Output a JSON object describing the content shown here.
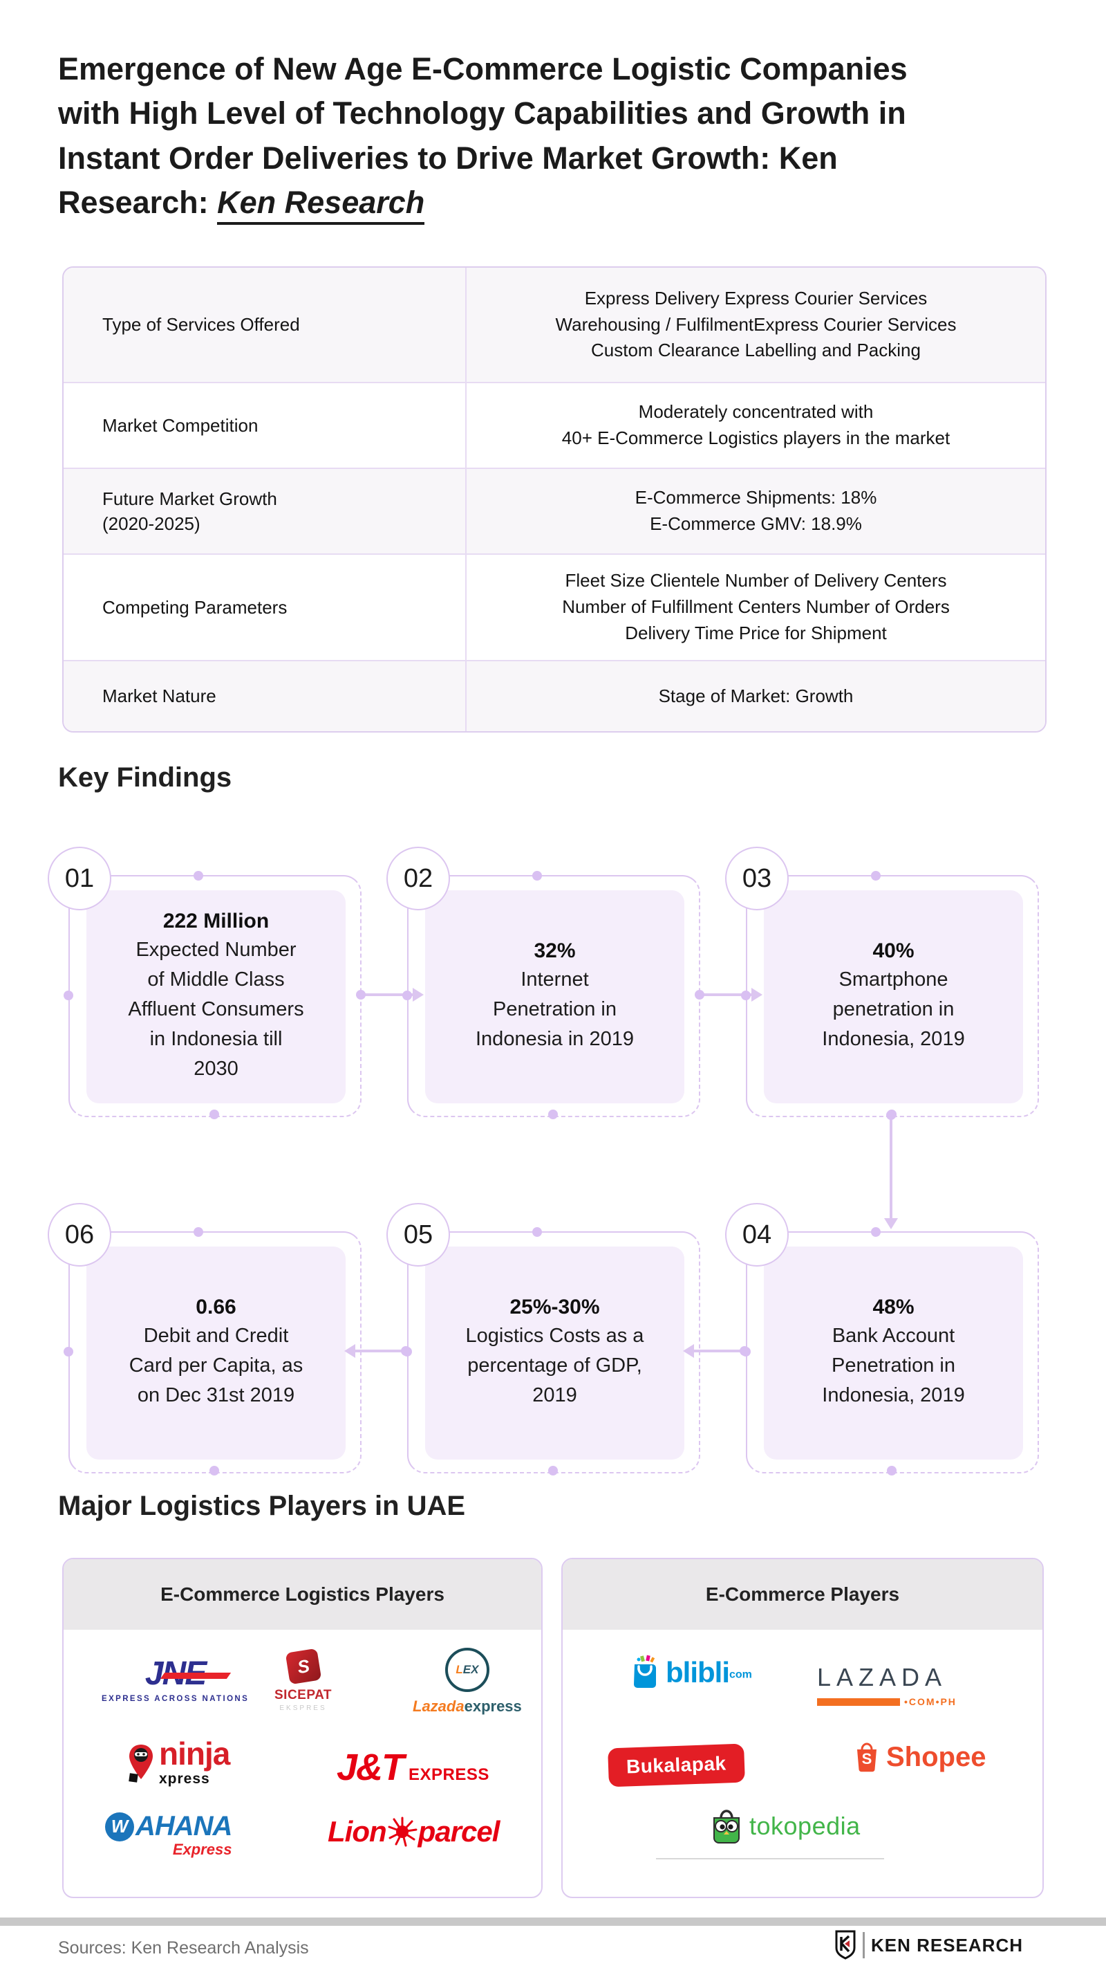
{
  "header": {
    "title_lines": [
      "Emergence of New Age E-Commerce Logistic Companies",
      "with High Level of Technology Capabilities and Growth in",
      "Instant Order Deliveries to Drive Market Growth: Ken"
    ],
    "title_last_prefix": "Research: ",
    "title_link_text": "Ken Research"
  },
  "summary_table": {
    "rows": [
      {
        "label_lines": [
          "Type of Services Offered"
        ],
        "value_lines": [
          "Express Delivery Express Courier Services",
          "Warehousing / FulfilmentExpress Courier Services",
          "Custom Clearance Labelling and Packing"
        ]
      },
      {
        "label_lines": [
          "Market Competition"
        ],
        "value_lines": [
          "Moderately concentrated with",
          "40+ E-Commerce Logistics players in the market"
        ]
      },
      {
        "label_lines": [
          "Future Market Growth",
          "(2020-2025)"
        ],
        "value_lines": [
          "E-Commerce Shipments: 18%",
          "E-Commerce GMV: 18.9%"
        ]
      },
      {
        "label_lines": [
          "Competing Parameters"
        ],
        "value_lines": [
          "Fleet Size Clientele Number of Delivery Centers",
          "Number of Fulfillment Centers Number of Orders",
          "Delivery Time Price for Shipment"
        ]
      },
      {
        "label_lines": [
          "Market Nature"
        ],
        "value_lines": [
          "Stage of Market: Growth"
        ]
      }
    ]
  },
  "key_findings": {
    "heading": "Key Findings",
    "items": [
      {
        "num": "01",
        "value": "222 Million",
        "desc_lines": [
          "Expected Number",
          "of Middle Class",
          "Affluent Consumers",
          "in Indonesia till",
          "2030"
        ]
      },
      {
        "num": "02",
        "value": "32%",
        "desc_lines": [
          "Internet",
          "Penetration in",
          "Indonesia in 2019"
        ]
      },
      {
        "num": "03",
        "value": "40%",
        "desc_lines": [
          "Smartphone",
          "penetration in",
          "Indonesia, 2019"
        ]
      },
      {
        "num": "04",
        "value": "48%",
        "desc_lines": [
          "Bank Account",
          "Penetration in",
          "Indonesia, 2019"
        ]
      },
      {
        "num": "05",
        "value": "25%-30%",
        "desc_lines": [
          "Logistics Costs as a",
          "percentage of GDP,",
          "2019"
        ]
      },
      {
        "num": "06",
        "value": "0.66",
        "desc_lines": [
          "Debit and Credit",
          "Card per Capita, as",
          "on Dec 31st 2019"
        ]
      }
    ]
  },
  "players": {
    "heading": "Major Logistics Players in UAE",
    "logistics_card": {
      "title": "E-Commerce Logistics Players",
      "jne": {
        "name": "JNE",
        "tagline": "EXPRESS ACROSS NATIONS",
        "icon": "jne-red-swoosh"
      },
      "sicepat": {
        "initial": "S",
        "name": "SICEPAT",
        "sub": "EKSPRES",
        "icon": "red-tilted-square"
      },
      "lex": {
        "circle_l": "L",
        "circle_ex": "EX",
        "brand": "Lazada",
        "suffix": "express",
        "icon": "lex-circle"
      },
      "ninja": {
        "name": "ninja",
        "sub": "xpress",
        "icon": "ninja-map-pin"
      },
      "jnt": {
        "name": "J&T",
        "sub": "EXPRESS"
      },
      "wahana": {
        "initial": "W",
        "name": "AHANA",
        "sub": "Express",
        "icon": "blue-circle-w"
      },
      "lion": {
        "left": "Lion",
        "right": "parcel",
        "icon": "lion-head-starburst"
      }
    },
    "ecommerce_card": {
      "title": "E-Commerce Players",
      "blibli": {
        "name": "blibli",
        "sup": "com",
        "icon": "blue-shopping-bag-smile"
      },
      "lazada": {
        "name": "LAZADA",
        "sub": "•COM•PH",
        "icon": "orange-bar"
      },
      "bukalapak": {
        "name": "Bukalapak",
        "icon": "red-pill"
      },
      "shopee": {
        "initial": "S",
        "name": "Shopee",
        "icon": "orange-shopping-bag"
      },
      "tokopedia": {
        "name": "tokopedia",
        "icon": "green-owl-bag"
      }
    }
  },
  "footer": {
    "source": "Sources: Ken Research Analysis",
    "brand": "KEN RESEARCH",
    "brand_icon": "shield-k-icon"
  },
  "colors": {
    "accent_purple": "#dcc6f0",
    "finding_fill": "#f5eefb",
    "table_stripe": "#f8f6f9",
    "table_border": "#ddcdee",
    "card_header_gray": "#eae8ea",
    "footer_bar_gray": "#c8c8c8",
    "jne_navy": "#2d2f8f",
    "red_logo": "#e60012",
    "blibli_blue": "#0095da",
    "lazada_orange": "#f36f21",
    "shopee_orange": "#ee4d2d",
    "tokopedia_green": "#42b549",
    "wahana_blue": "#1b75bb"
  }
}
